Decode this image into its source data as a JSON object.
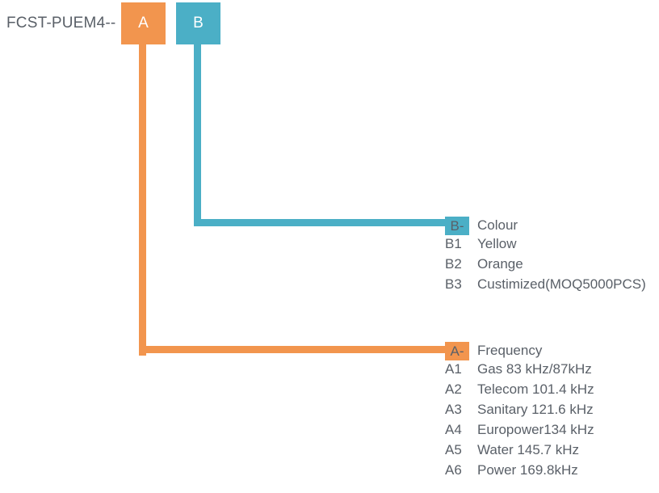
{
  "diagram": {
    "part_label": "FCST-PUEM4--",
    "code_boxes": [
      {
        "label": "A",
        "color": "#F2954E"
      },
      {
        "label": "B",
        "color": "#4BAFC6"
      }
    ],
    "groups": [
      {
        "id": "B",
        "badge": "B-",
        "title": "Colour",
        "color": "#4BAFC6",
        "options": [
          {
            "code": "B1",
            "text": "Yellow"
          },
          {
            "code": "B2",
            "text": "Orange"
          },
          {
            "code": "B3",
            "text": "Custimized(MOQ5000PCS)"
          }
        ]
      },
      {
        "id": "A",
        "badge": "A-",
        "title": "Frequency",
        "color": "#F2954E",
        "options": [
          {
            "code": "A1",
            "text": "Gas 83 kHz/87kHz"
          },
          {
            "code": "A2",
            "text": "Telecom 101.4 kHz"
          },
          {
            "code": "A3",
            "text": "Sanitary 121.6 kHz"
          },
          {
            "code": "A4",
            "text": "Europower134 kHz"
          },
          {
            "code": "A5",
            "text": "Water 145.7 kHz"
          },
          {
            "code": "A6",
            "text": "Power 169.8kHz"
          }
        ]
      }
    ]
  }
}
